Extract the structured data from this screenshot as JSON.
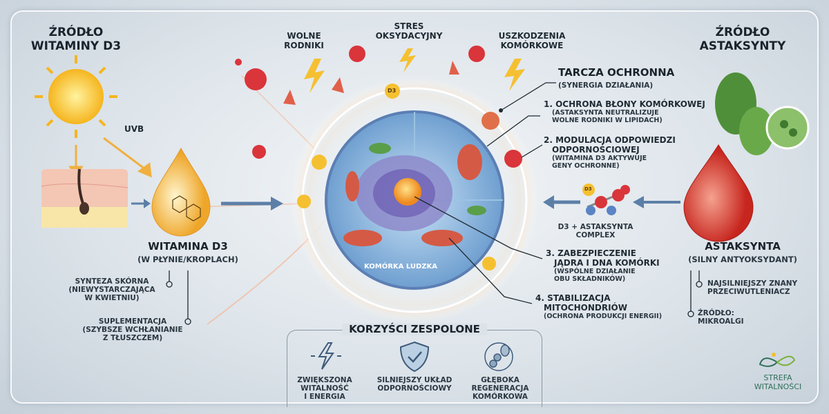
{
  "left": {
    "source_title": [
      "ŹRÓDŁO",
      "WITAMINY D3"
    ],
    "uvb_label": "UVB",
    "product_title": "WITAMINA D3",
    "product_subtitle": "(W PŁYNIE/KROPLACH)",
    "notes": [
      {
        "lines": [
          "SYNTEZA SKÓRNA",
          "(NIEWYSTARCZAJĄCA",
          "W KWIETNIU)"
        ]
      },
      {
        "lines": [
          "SUPLEMENTACJA",
          "(SZYBSZE WCHŁANIANIE",
          "Z TŁUSZCZEM)"
        ]
      }
    ]
  },
  "threats": [
    {
      "lines": [
        "WOLNE",
        "RODNIKI"
      ]
    },
    {
      "lines": [
        "STRES",
        "OKSYDACYJNY"
      ]
    },
    {
      "lines": [
        "USZKODZENIA",
        "KOMÓRKOWE"
      ]
    }
  ],
  "cell": {
    "label": "KOMÓRKA LUDZKA",
    "d3_badge": "D3"
  },
  "shield": {
    "title": "TARCZA OCHRONNA",
    "subtitle": "(SYNERGIA DZIAŁANIA)",
    "points": [
      {
        "title": [
          "1. OCHRONA BŁONY KOMÓRKOWEJ"
        ],
        "desc": [
          "(ASTAKSYNTA NEUTRALIZUJE",
          "WOLNE RODNIKI W LIPIDACH)"
        ]
      },
      {
        "title": [
          "2. MODULACJA ODPOWIEDZI",
          "ODPORNOŚCIOWEJ"
        ],
        "desc": [
          "(WITAMINA D3 AKTYWUJE",
          "GENY OCHRONNE)"
        ]
      },
      {
        "title": [
          "3. ZABEZPIECZENIE",
          "JĄDRA I DNA KOMÓRKI"
        ],
        "desc": [
          "(WSPÓLNE DZIAŁANIE",
          "OBU SKŁADNIKÓW)"
        ]
      },
      {
        "title": [
          "4. STABILIZACJA",
          "MITOCHONDRIÓW"
        ],
        "desc": [
          "(OCHRONA PRODUKCJI ENERGII)"
        ]
      }
    ]
  },
  "complex": {
    "lines": [
      "D3 + ASTAKSYNTA",
      "COMPLEX"
    ],
    "badge": "D3"
  },
  "right": {
    "source_title": [
      "ŹRÓDŁO",
      "ASTAKSYNTY"
    ],
    "product_title": "ASTAKSYNTA",
    "product_subtitle": "(SILNY ANTYOKSYDANT)",
    "notes": [
      {
        "lines": [
          "NAJSILNIEJSZY ZNANY",
          "PRZECIWUTLENIACZ"
        ]
      },
      {
        "lines": [
          "ŹRÓDŁO:",
          "MIKROALGI"
        ]
      }
    ]
  },
  "benefits": {
    "title": "KORZYŚCI ZESPOLONE",
    "items": [
      {
        "icon": "lightning-icon",
        "lines": [
          "ZWIĘKSZONA",
          "WITALNOŚĆ",
          "I ENERGIA"
        ]
      },
      {
        "icon": "shield-check-icon",
        "lines": [
          "SILNIEJSZY UKŁAD",
          "ODPORNOŚCIOWY"
        ]
      },
      {
        "icon": "cell-regeneration-icon",
        "lines": [
          "GŁĘBOKA",
          "REGENERACJA",
          "KOMÓRKOWA"
        ]
      }
    ]
  },
  "logo": {
    "lines": [
      "STREFA",
      "WITALNOŚCI"
    ]
  },
  "colors": {
    "sun": "#f7c52b",
    "vitamin_drop": "#f3b73a",
    "astaxanthin_drop": "#d63a2e",
    "cell_blue": "#6f9fd0",
    "accent_red": "#d9353b",
    "logo_green": "#3f8f6a"
  }
}
